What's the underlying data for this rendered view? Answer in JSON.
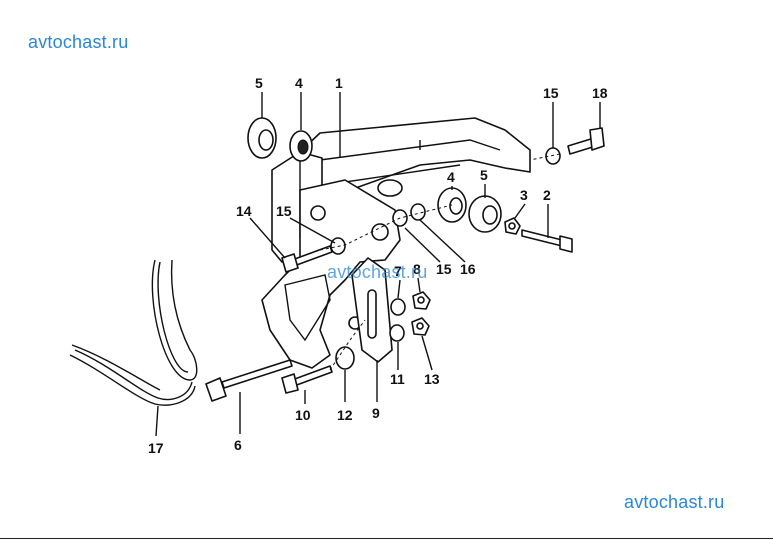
{
  "watermarks": {
    "top": "avtochast.ru",
    "middle": "avtochast.ru",
    "bottom": "avtochast.ru",
    "color": "#2a86d6"
  },
  "callouts": {
    "c1": "1",
    "c2": "2",
    "c3": "3",
    "c4a": "4",
    "c4b": "4",
    "c5a": "5",
    "c5b": "5",
    "c6": "6",
    "c7": "7",
    "c8": "8",
    "c9": "9",
    "c10": "10",
    "c11": "11",
    "c12": "12",
    "c13": "13",
    "c14": "14",
    "c15a": "15",
    "c15b": "15",
    "c15c": "15",
    "c16": "16",
    "c17": "17",
    "c18": "18"
  }
}
